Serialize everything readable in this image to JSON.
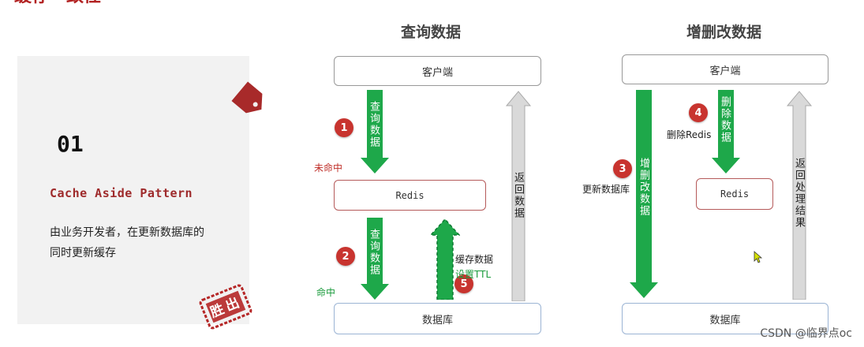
{
  "header": {
    "partial_title": "缓存一致性"
  },
  "card": {
    "number": "01",
    "pattern": "Cache Aside Pattern",
    "description_line1": "由业务开发者，在更新数据库的",
    "description_line2": "同时更新缓存",
    "stamp_text": "胜出"
  },
  "query": {
    "title": "查询数据",
    "client": "客户端",
    "redis": "Redis",
    "database": "数据库",
    "arrow1": "查询数据",
    "arrow2": "查询数据",
    "return_label": "返回数据",
    "miss": "未命中",
    "hit": "命中",
    "cache_note": "缓存数据",
    "ttl_note": "设置TTL",
    "badge1": "1",
    "badge2": "2",
    "badge5": "5"
  },
  "update": {
    "title": "增删改数据",
    "client": "客户端",
    "redis": "Redis",
    "database": "数据库",
    "arrow_update": "增删改数据",
    "arrow_delete": "删除数据",
    "return_label": "返回处理结果",
    "update_db_note": "更新数据库",
    "delete_redis_note": "删除Redis",
    "badge3": "3",
    "badge4": "4"
  },
  "watermark": "CSDN @临界点oc",
  "colors": {
    "accent_red": "#b22222",
    "arrow_green": "#1ea84a",
    "return_gray": "#d9d9d9",
    "badge": "#c8342f"
  }
}
